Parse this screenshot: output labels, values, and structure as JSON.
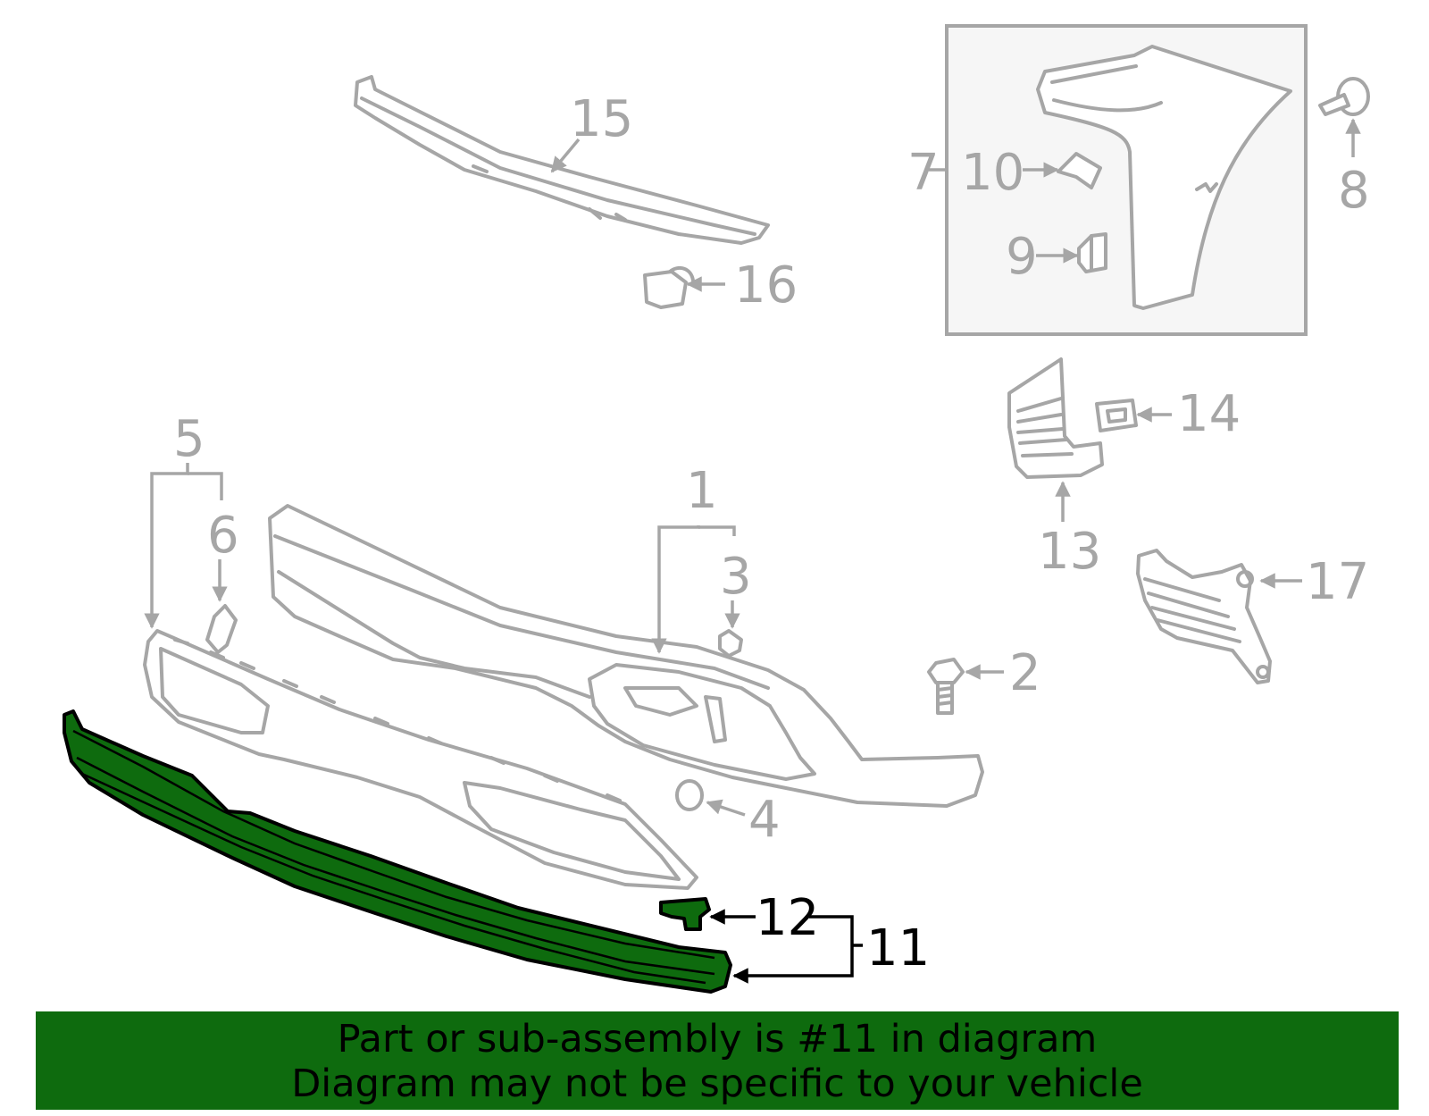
{
  "callouts": [
    {
      "id": "1",
      "text": "1"
    },
    {
      "id": "2",
      "text": "2"
    },
    {
      "id": "3",
      "text": "3"
    },
    {
      "id": "4",
      "text": "4"
    },
    {
      "id": "5",
      "text": "5"
    },
    {
      "id": "6",
      "text": "6"
    },
    {
      "id": "7",
      "text": "7"
    },
    {
      "id": "8",
      "text": "8"
    },
    {
      "id": "9",
      "text": "9"
    },
    {
      "id": "10",
      "text": "10"
    },
    {
      "id": "11",
      "text": "11"
    },
    {
      "id": "12",
      "text": "12"
    },
    {
      "id": "13",
      "text": "13"
    },
    {
      "id": "14",
      "text": "14"
    },
    {
      "id": "15",
      "text": "15"
    },
    {
      "id": "16",
      "text": "16"
    },
    {
      "id": "17",
      "text": "17"
    }
  ],
  "highlight": {
    "part": "11",
    "color": "#0e6b0e"
  },
  "colors": {
    "line_art": "#a6a6a6",
    "highlight": "#0e6b0e",
    "highlight_outline": "#000000"
  },
  "banner": {
    "line1": "Part or sub-assembly is #11 in diagram",
    "line2": "Diagram may not be specific to your vehicle"
  }
}
